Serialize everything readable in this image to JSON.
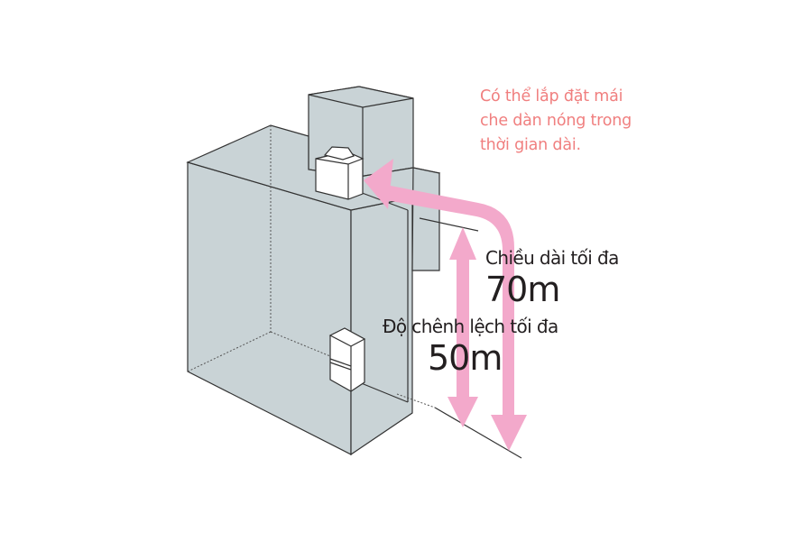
{
  "diagram": {
    "colors": {
      "building_fill": "#c9d3d6",
      "outline": "#333333",
      "arrow": "#f3a9cb",
      "note_text": "#f07f7f",
      "label_text": "#231f20",
      "unit_fill": "#ffffff"
    },
    "note": {
      "lines": [
        "Có thể lắp đặt mái",
        "che dàn nóng trong",
        "thời gian dài."
      ]
    },
    "max_length": {
      "label": "Chiều dài tối đa",
      "value": "70m"
    },
    "max_height_diff": {
      "label": "Độ chênh lệch tối đa",
      "value": "50m"
    },
    "elements": {
      "outdoor_unit": "outdoor-unit-on-roof",
      "indoor_unit": "indoor-unit-ground-floor",
      "building": "building-block",
      "rooftop_structure": "rooftop-penthouse"
    }
  }
}
